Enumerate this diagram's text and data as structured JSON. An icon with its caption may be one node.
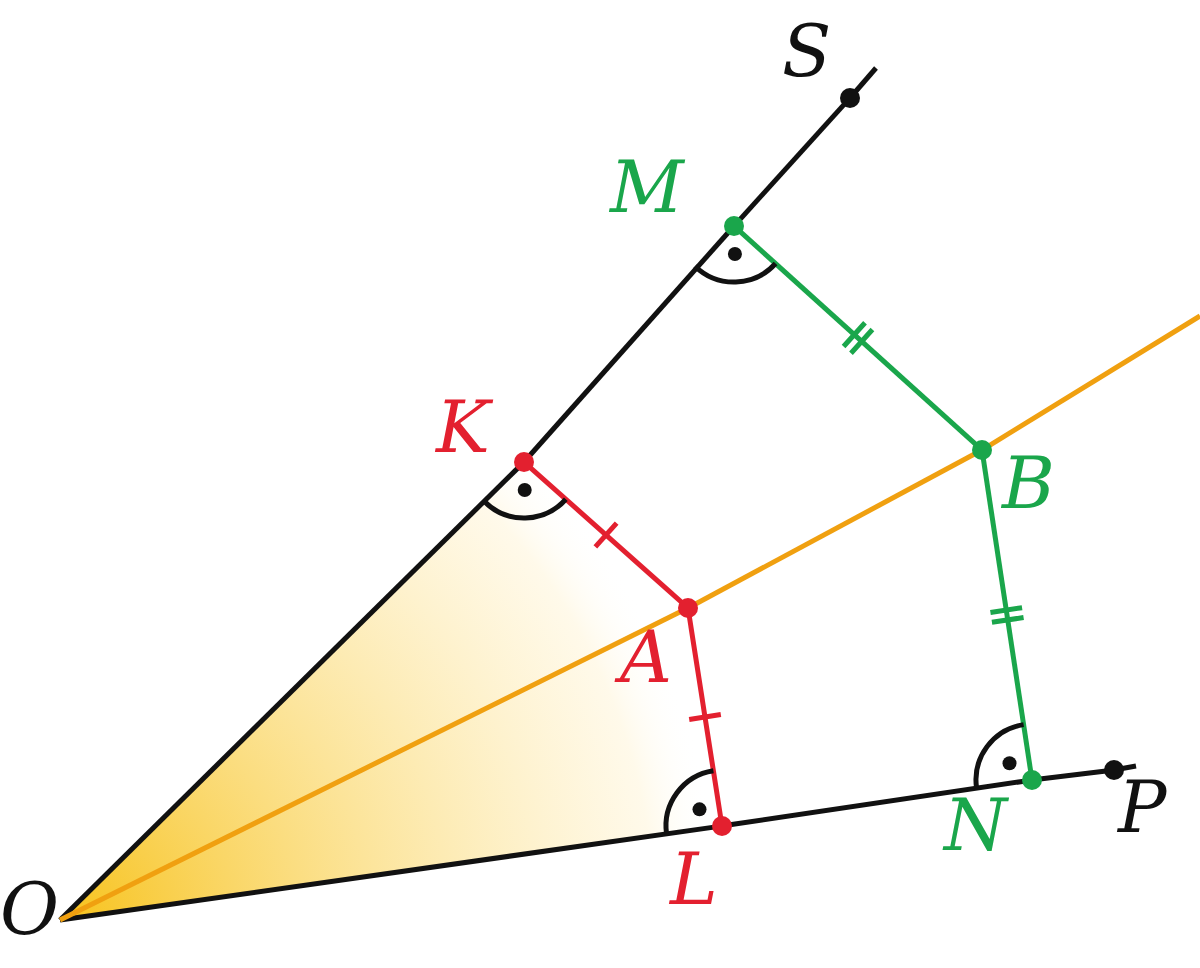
{
  "diagram": {
    "nodes": [
      {
        "text": [
          "O"
        ]
      },
      {
        "text": [
          "S"
        ]
      },
      {
        "text": [
          "M"
        ]
      },
      {
        "text": [
          "K"
        ]
      },
      {
        "text": [
          "A"
        ]
      },
      {
        "text": [
          "B"
        ]
      },
      {
        "text": [
          "L"
        ]
      },
      {
        "text": [
          "N"
        ]
      },
      {
        "text": [
          "P"
        ]
      }
    ],
    "edges": [
      {
        "from": 0,
        "to": 3,
        "arrow": "none"
      },
      {
        "from": 3,
        "to": 2,
        "arrow": "none"
      },
      {
        "from": 2,
        "to": 1,
        "arrow": "none"
      },
      {
        "from": 0,
        "to": 6,
        "arrow": "none"
      },
      {
        "from": 6,
        "to": 7,
        "arrow": "none"
      },
      {
        "from": 7,
        "to": 8,
        "arrow": "none"
      },
      {
        "from": 3,
        "to": 4,
        "arrow": "none",
        "color": "#e3202f"
      },
      {
        "from": 4,
        "to": 6,
        "arrow": "none",
        "color": "#e3202f"
      },
      {
        "from": 2,
        "to": 5,
        "arrow": "none",
        "color": "#1aa64b"
      },
      {
        "from": 5,
        "to": 7,
        "arrow": "none",
        "color": "#1aa64b"
      },
      {
        "from": 0,
        "to": 4,
        "arrow": "none",
        "color": "#f0a010"
      },
      {
        "from": 4,
        "to": 5,
        "arrow": "none",
        "color": "#f0a010"
      },
      {
        "from": 5,
        "to": null,
        "arrow": "none",
        "color": "#f0a010"
      }
    ]
  }
}
